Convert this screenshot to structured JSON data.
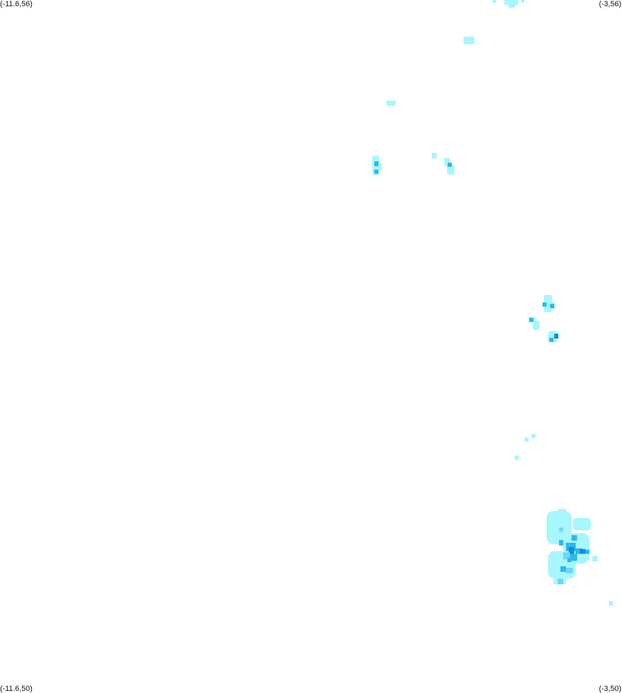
{
  "corner_labels": {
    "top_left": "(-11.6,56)",
    "top_right": "(-3,56)",
    "bottom_left": "(-11.6,50)",
    "bottom_right": "(-3,50)"
  },
  "extent": {
    "lon_min": -11.6,
    "lon_max": -3,
    "lat_min": 50,
    "lat_max": 56
  },
  "colors": {
    "level_1": "#a8f6ff",
    "level_2": "#6fd6f8",
    "level_3": "#2fb6ee",
    "level_4": "#0f8fe0"
  }
}
